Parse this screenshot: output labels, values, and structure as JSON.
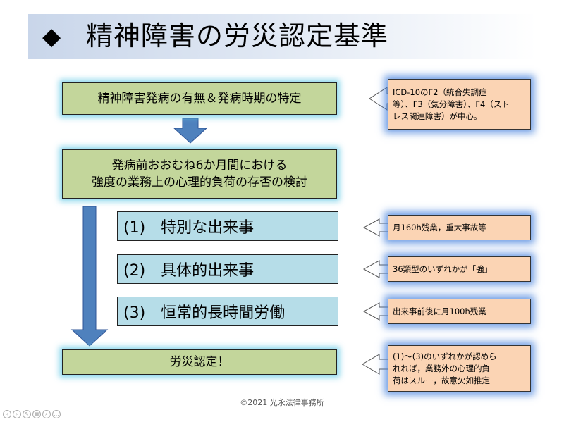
{
  "title": {
    "diamond": "◆",
    "text": "精神障害の労災認定基準"
  },
  "steps": {
    "step1": "精神障害発病の有無＆発病時期の特定",
    "step2_line1": "発病前おおむね6か月間における",
    "step2_line2": "強度の業務上の心理的負荷の存否の検討",
    "item1": "(1)　特別な出来事",
    "item2": "(2)　具体的出来事",
    "item3": "(3)　恒常的長時間労働",
    "final": "労災認定！"
  },
  "notes": {
    "note1_line1": "ICD-10のF2（統合失調症",
    "note1_line2": "等）、F3（気分障害）、F4（スト",
    "note1_line3": "レス関連障害）が中心。",
    "note2": "月160h残業，重大事故等",
    "note3": "36類型のいずれかが「強」",
    "note4": "出来事前後に月100h残業",
    "note5_line1": "(1)〜(3)のいずれかが認めら",
    "note5_line2": "れれば，業務外の心理的負",
    "note5_line3": "荷はスルー，故意欠如推定"
  },
  "footer": "©2021 光永法律事務所",
  "colors": {
    "green_box": "#c3d69b",
    "blue_box": "#b6dde8",
    "note_box": "#fbd4b4",
    "arrow_fill": "#4f81bd"
  },
  "controls": [
    "prev-icon",
    "next-icon",
    "pen-icon",
    "slides-icon",
    "zoom-icon",
    "more-icon"
  ]
}
